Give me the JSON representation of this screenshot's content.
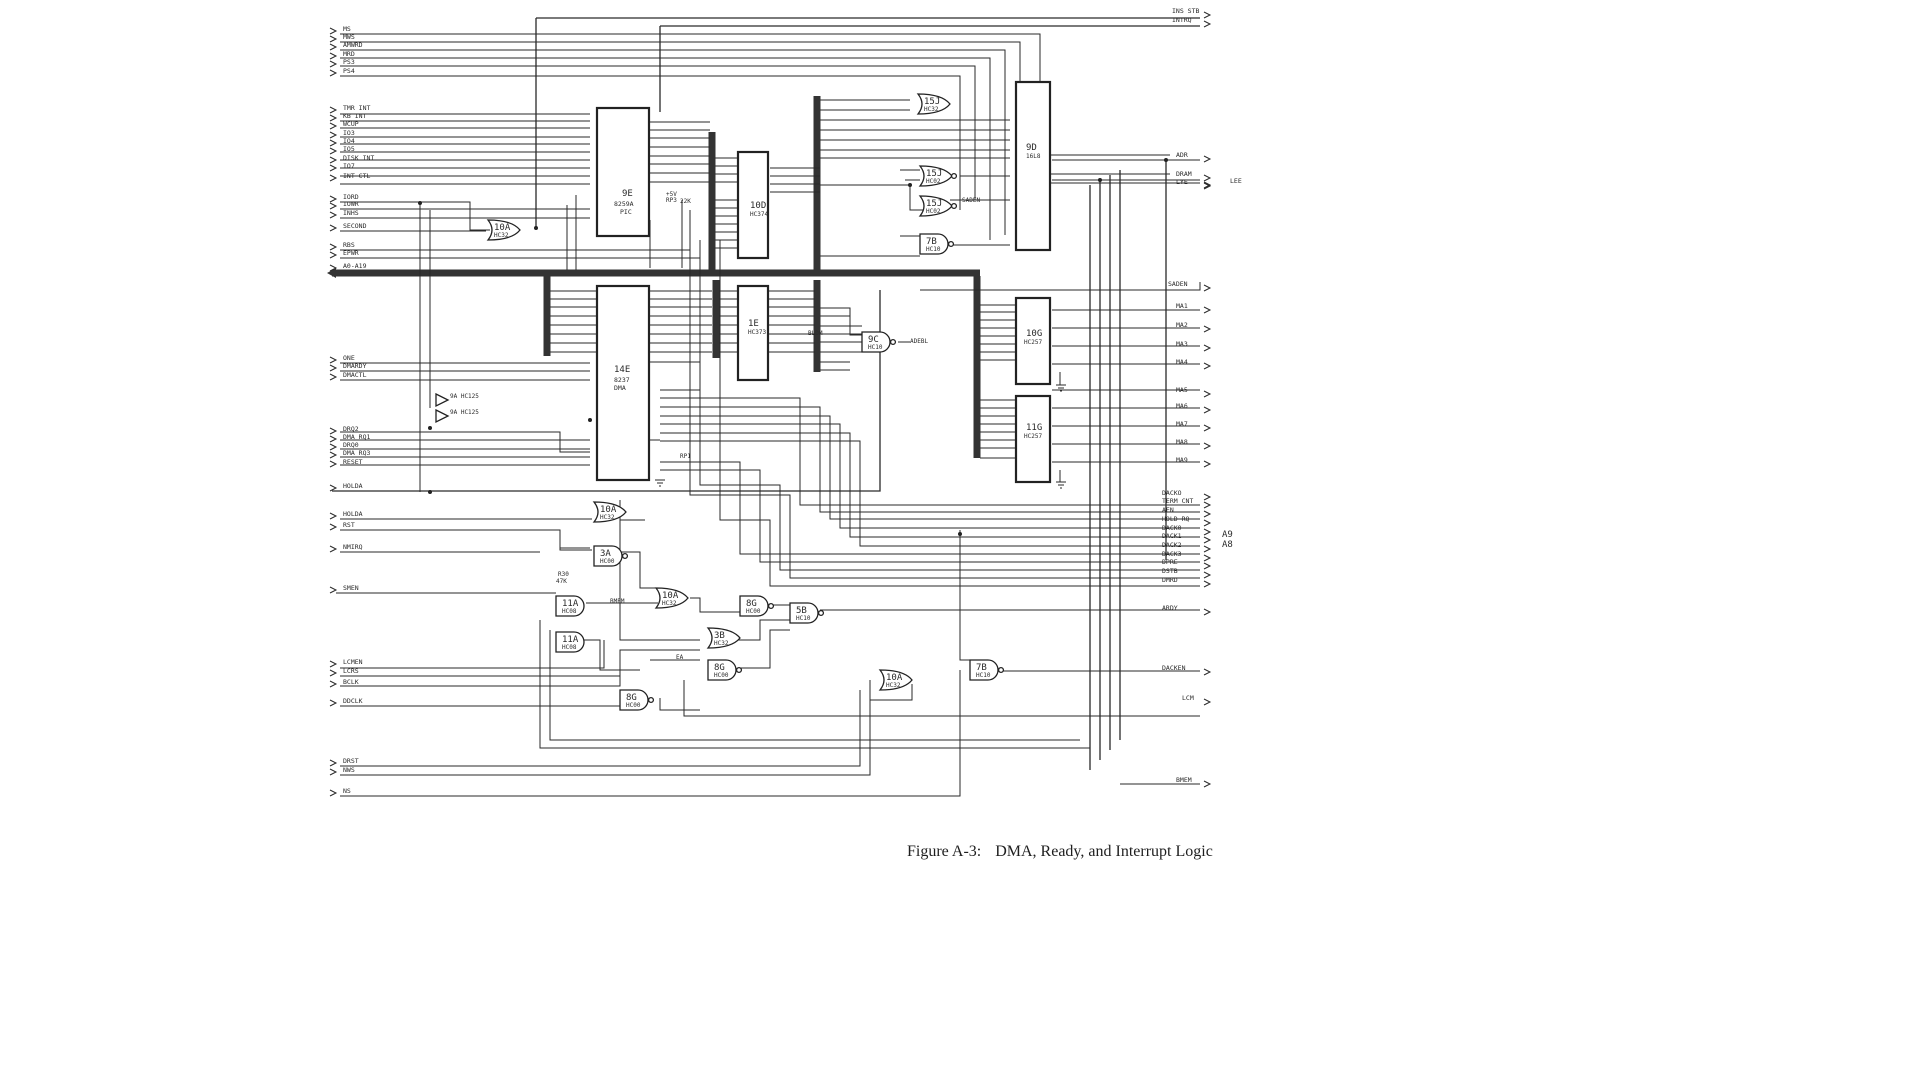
{
  "figure": {
    "number": "Figure A-3:",
    "title": "DMA, Ready, and Interrupt Logic"
  },
  "chips": {
    "pic": {
      "ref": "9E",
      "part": "8259A",
      "sub": "PIC"
    },
    "dma": {
      "ref": "14E",
      "part": "8237",
      "sub": "DMA"
    },
    "latch_top": {
      "ref": "10D",
      "part": "HC374"
    },
    "latch_bot": {
      "ref": "1E",
      "part": "HC373"
    },
    "pal": {
      "ref": "9D",
      "part": "16L8"
    },
    "mux_a": {
      "ref": "10G",
      "part": "HC257"
    },
    "mux_b": {
      "ref": "11G",
      "part": "HC257"
    }
  },
  "gates": [
    {
      "ref": "10A",
      "part": "HC32"
    },
    {
      "ref": "10A",
      "part": "HC32"
    },
    {
      "ref": "3A",
      "part": "HC00"
    },
    {
      "ref": "10A",
      "part": "HC32"
    },
    {
      "ref": "11A",
      "part": "HC08"
    },
    {
      "ref": "11A",
      "part": "HC08"
    },
    {
      "ref": "8G",
      "part": "HC00"
    },
    {
      "ref": "5B",
      "part": "HC10"
    },
    {
      "ref": "3B",
      "part": "HC32"
    },
    {
      "ref": "8G",
      "part": "HC00"
    },
    {
      "ref": "8G",
      "part": "HC00"
    },
    {
      "ref": "10A",
      "part": "HC32"
    },
    {
      "ref": "7B",
      "part": "HC10"
    },
    {
      "ref": "15J",
      "part": "HC32"
    },
    {
      "ref": "15J",
      "part": "HC02"
    },
    {
      "ref": "15J",
      "part": "HC02"
    },
    {
      "ref": "7B",
      "part": "HC10"
    },
    {
      "ref": "9C",
      "part": "HC10"
    },
    {
      "ref": "9A",
      "part": "HC125"
    },
    {
      "ref": "9A",
      "part": "HC125"
    }
  ],
  "signals_left": [
    "MS",
    "MWS",
    "AMWRD",
    "MRD",
    "PS3",
    "PS4",
    "TMR INT",
    "KB INT",
    "WCUP",
    "IO3",
    "IO4",
    "IO5",
    "DISK INT",
    "IO7",
    "INT CTL",
    "IORD",
    "IOWR",
    "INHS",
    "SECOND",
    "RBS",
    "EPWR",
    "A0-A19",
    "ONE",
    "DMARDY",
    "DMACTL",
    "DRQ2",
    "DMA RQ1",
    "DRQ0",
    "DMA RQ3",
    "RESET",
    "HOLDA",
    "HOLDA",
    "RST",
    "NMIRQ",
    "SMEN",
    "LCMEN",
    "LCRS",
    "BCLK",
    "DDCLK",
    "DRST",
    "NWS",
    "NS"
  ],
  "signals_right": [
    "INS STB",
    "INTRQ",
    "ADR",
    "DRAM",
    "LYE",
    "LEE",
    "SADEN",
    "MA1",
    "MA2",
    "MA3",
    "MA4",
    "MA5",
    "MA6",
    "MA7",
    "MA8",
    "MA9",
    "DACKO",
    "TERM CNT",
    "AEN",
    "HOLD RQ",
    "DACK0",
    "DACK1",
    "DACK2",
    "DACK3",
    "DPRE",
    "DSTB",
    "DMRD",
    "ARDY",
    "DACKEN",
    "LCM",
    "BMEM"
  ],
  "annotations": [
    "A9",
    "A8",
    "R30",
    "RP3",
    "RP1",
    "22K",
    "47K",
    "+5V",
    "BMEM",
    "ADEBL",
    "SADEN",
    "EA",
    "BLDM"
  ]
}
